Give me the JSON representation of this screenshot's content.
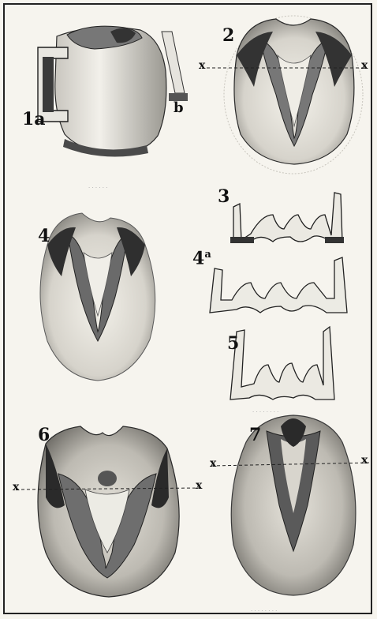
{
  "plate": {
    "labels": {
      "fig1a": "1a",
      "fig1b": "b",
      "fig2": "2",
      "fig3": "3",
      "fig4": "4",
      "fig4a_main": "4",
      "fig4a_sup": "a",
      "fig5": "5",
      "fig6": "6",
      "fig7": "7",
      "x": "x"
    }
  },
  "colors": {
    "ink": "#1a1a1a",
    "shade": "#6e6e6e",
    "paper": "#f6f4ee",
    "wall": "#dcdad3"
  }
}
